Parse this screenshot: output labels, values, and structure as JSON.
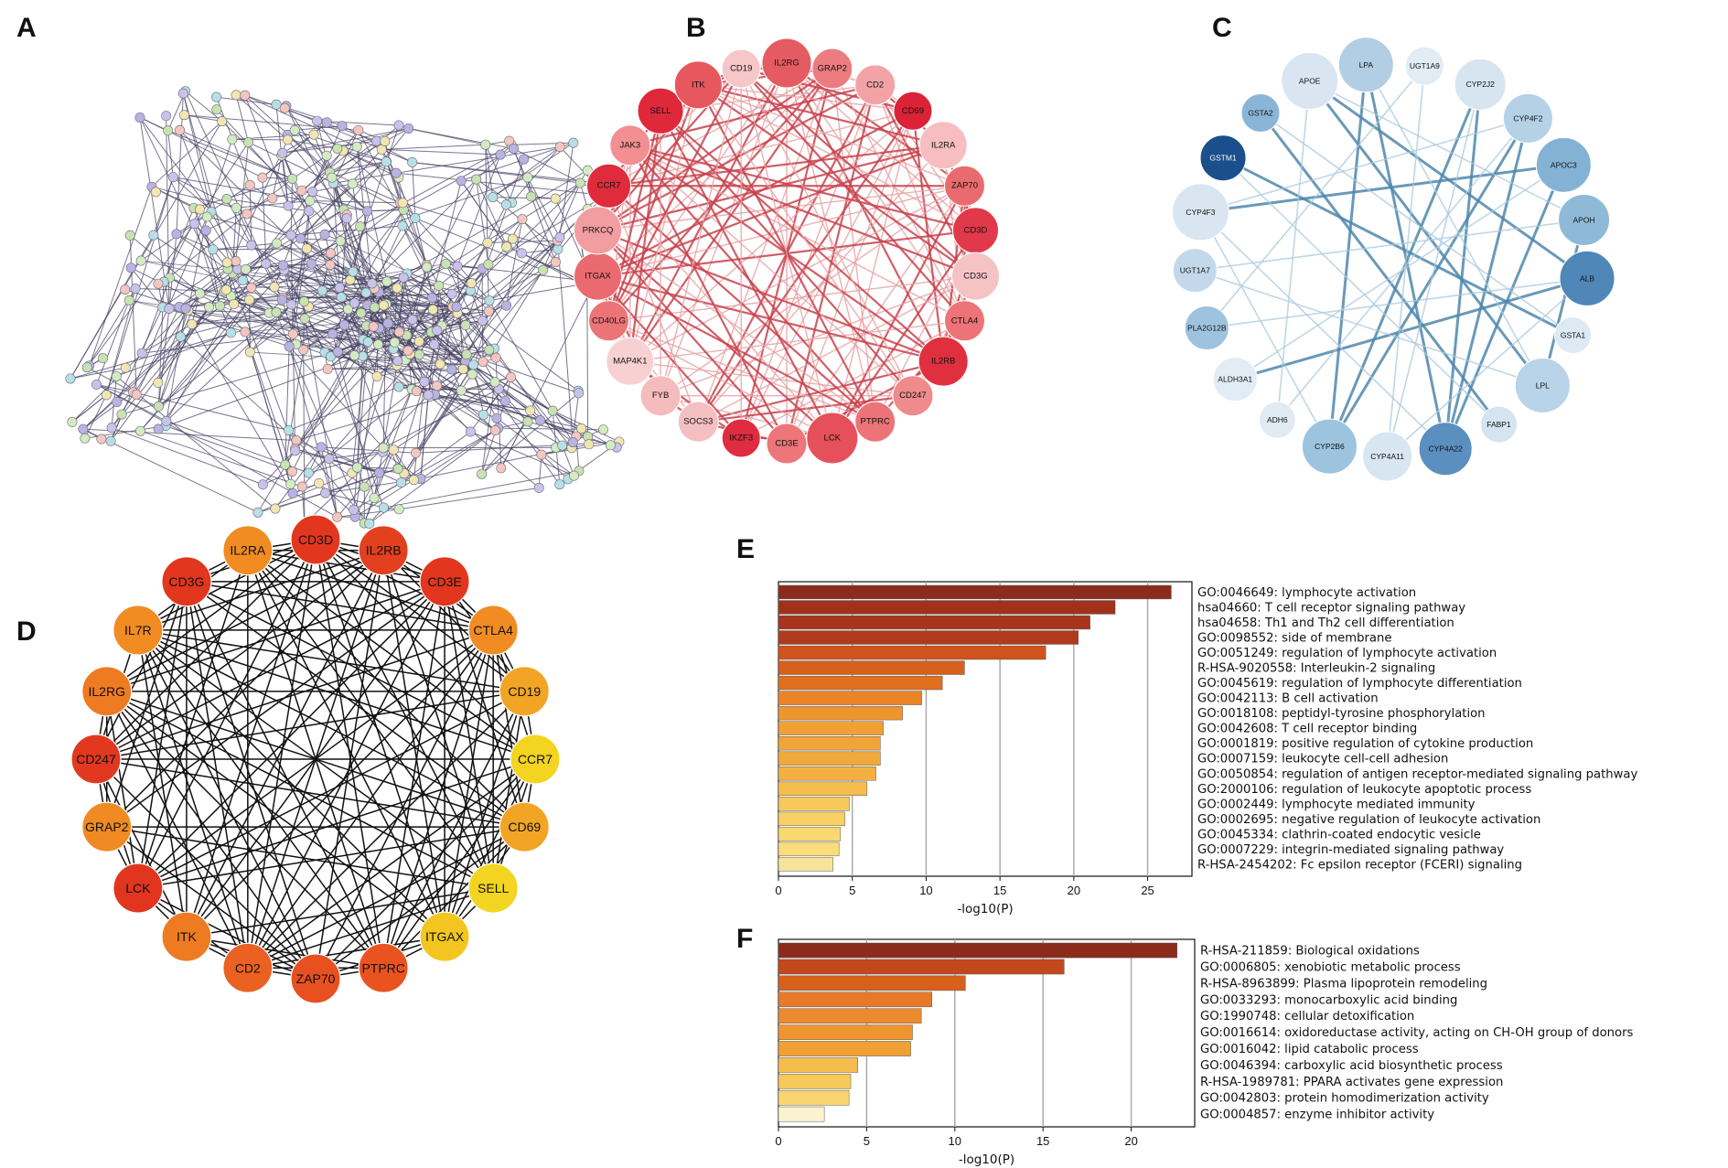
{
  "panels": {
    "A": "A",
    "B": "B",
    "C": "C",
    "D": "D",
    "E": "E",
    "F": "F"
  },
  "networkB": {
    "nodes": [
      {
        "label": "IL2RG",
        "color": "#e55b62",
        "r": 27
      },
      {
        "label": "GRAP2",
        "color": "#ec7c80",
        "r": 22
      },
      {
        "label": "CD2",
        "color": "#f3a3a6",
        "r": 22
      },
      {
        "label": "CD69",
        "color": "#dc2236",
        "r": 21
      },
      {
        "label": "IL2RA",
        "color": "#f6bec0",
        "r": 26
      },
      {
        "label": "ZAP70",
        "color": "#ea6b6f",
        "r": 22
      },
      {
        "label": "CD3D",
        "color": "#e2394a",
        "r": 25
      },
      {
        "label": "CD3G",
        "color": "#f6c3c5",
        "r": 26
      },
      {
        "label": "CTLA4",
        "color": "#ec7377",
        "r": 22
      },
      {
        "label": "IL2RB",
        "color": "#e0303f",
        "r": 27
      },
      {
        "label": "CD247",
        "color": "#ef8a8d",
        "r": 22
      },
      {
        "label": "PTPRC",
        "color": "#ec7478",
        "r": 22
      },
      {
        "label": "LCK",
        "color": "#e6505a",
        "r": 28
      },
      {
        "label": "CD3E",
        "color": "#ec7679",
        "r": 22
      },
      {
        "label": "IKZF3",
        "color": "#df2c40",
        "r": 21
      },
      {
        "label": "SOCS3",
        "color": "#f4bfc1",
        "r": 22
      },
      {
        "label": "FYB",
        "color": "#f5bcbe",
        "r": 22
      },
      {
        "label": "MAP4K1",
        "color": "#f7d1d2",
        "r": 26
      },
      {
        "label": "CD40LG",
        "color": "#ec7477",
        "r": 22
      },
      {
        "label": "ITGAX",
        "color": "#ea6a6f",
        "r": 26
      },
      {
        "label": "PRKCQ",
        "color": "#f29da0",
        "r": 26
      },
      {
        "label": "CCR7",
        "color": "#df2c3c",
        "r": 24
      },
      {
        "label": "JAK3",
        "color": "#f18f92",
        "r": 22
      },
      {
        "label": "SELL",
        "color": "#e0283b",
        "r": 25
      },
      {
        "label": "ITK",
        "color": "#e6585e",
        "r": 26
      },
      {
        "label": "CD19",
        "color": "#f6c6c8",
        "r": 21
      }
    ]
  },
  "networkC": {
    "nodes": [
      {
        "label": "UGT1A9",
        "color": "#e2ecf4",
        "r": 21
      },
      {
        "label": "CYP2J2",
        "color": "#d7e5f1",
        "r": 28
      },
      {
        "label": "CYP4F2",
        "color": "#b5d1e6",
        "r": 27
      },
      {
        "label": "APOC3",
        "color": "#84b2d4",
        "r": 30
      },
      {
        "label": "APOH",
        "color": "#8ebad8",
        "r": 28
      },
      {
        "label": "ALB",
        "color": "#4e87b8",
        "r": 30
      },
      {
        "label": "GSTA1",
        "color": "#dde9f3",
        "r": 20
      },
      {
        "label": "LPL",
        "color": "#b9d3e8",
        "r": 30
      },
      {
        "label": "FABP1",
        "color": "#d4e4f0",
        "r": 20
      },
      {
        "label": "CYP4A22",
        "color": "#5b8fc0",
        "r": 29
      },
      {
        "label": "CYP4A11",
        "color": "#d8e6f2",
        "r": 27
      },
      {
        "label": "CYP2B6",
        "color": "#9dc4df",
        "r": 30
      },
      {
        "label": "ADH6",
        "color": "#e0ebf4",
        "r": 20
      },
      {
        "label": "ALDH3A1",
        "color": "#e1ecf5",
        "r": 24
      },
      {
        "label": "PLA2G12B",
        "color": "#9ec3de",
        "r": 24
      },
      {
        "label": "UGT1A7",
        "color": "#c3d9eb",
        "r": 24
      },
      {
        "label": "CYP4F3",
        "color": "#d9e6f2",
        "r": 31
      },
      {
        "label": "GSTM1",
        "color": "#1a4f8b",
        "r": 25
      },
      {
        "label": "GSTA2",
        "color": "#8ab6d6",
        "r": 21
      },
      {
        "label": "APOE",
        "color": "#d9e6f2",
        "r": 31
      },
      {
        "label": "LPA",
        "color": "#b1cee4",
        "r": 30
      }
    ]
  },
  "networkD": {
    "nodes": [
      {
        "label": "CD3D",
        "color": "#e2361f"
      },
      {
        "label": "IL2RB",
        "color": "#e2401f"
      },
      {
        "label": "CD3E",
        "color": "#e2361f"
      },
      {
        "label": "CTLA4",
        "color": "#f08c22"
      },
      {
        "label": "CD19",
        "color": "#f2a524"
      },
      {
        "label": "CCR7",
        "color": "#f3d420"
      },
      {
        "label": "CD69",
        "color": "#f2a524"
      },
      {
        "label": "SELL",
        "color": "#f3d420"
      },
      {
        "label": "ITGAX",
        "color": "#f2c61f"
      },
      {
        "label": "PTPRC",
        "color": "#e9531f"
      },
      {
        "label": "ZAP70",
        "color": "#e8501f"
      },
      {
        "label": "CD2",
        "color": "#ea6121"
      },
      {
        "label": "ITK",
        "color": "#ee7b22"
      },
      {
        "label": "LCK",
        "color": "#e2351f"
      },
      {
        "label": "GRAP2",
        "color": "#f08a22"
      },
      {
        "label": "CD247",
        "color": "#e2381f"
      },
      {
        "label": "IL2RG",
        "color": "#ee7b22"
      },
      {
        "label": "IL7R",
        "color": "#f08c22"
      },
      {
        "label": "CD3G",
        "color": "#e2361f"
      },
      {
        "label": "IL2RA",
        "color": "#f08c22"
      }
    ]
  },
  "chart_data": [
    {
      "type": "bar",
      "orientation": "horizontal",
      "panel": "E",
      "xlabel": "-log10(P)",
      "xlim": [
        0,
        28
      ],
      "xticks": [
        "0",
        "5",
        "10",
        "15",
        "20",
        "25"
      ],
      "grid": true,
      "categories": [
        "GO:0046649: lymphocyte activation",
        "hsa04660: T cell receptor signaling pathway",
        "hsa04658: Th1 and Th2 cell differentiation",
        "GO:0098552: side of membrane",
        "GO:0051249: regulation of lymphocyte activation",
        "R-HSA-9020558: Interleukin-2 signaling",
        "GO:0045619: regulation of lymphocyte differentiation",
        "GO:0042113: B cell activation",
        "GO:0018108: peptidyl-tyrosine phosphorylation",
        "GO:0042608: T cell receptor binding",
        "GO:0001819: positive regulation of cytokine production",
        "GO:0007159: leukocyte cell-cell adhesion",
        "GO:0050854: regulation of antigen receptor-mediated signaling pathway",
        "GO:2000106: regulation of leukocyte apoptotic process",
        "GO:0002449: lymphocyte mediated immunity",
        "GO:0002695: negative regulation of leukocyte activation",
        "GO:0045334: clathrin-coated endocytic vesicle",
        "GO:0007229: integrin-mediated signaling pathway",
        "R-HSA-2454202: Fc epsilon receptor (FCERI) signaling"
      ],
      "values": [
        26.6,
        22.8,
        21.1,
        20.3,
        18.1,
        12.6,
        11.1,
        9.7,
        8.4,
        7.1,
        6.9,
        6.9,
        6.6,
        6.0,
        4.8,
        4.5,
        4.2,
        4.1,
        3.7
      ],
      "colors": [
        "#8b2b1c",
        "#a0321c",
        "#a8341c",
        "#b03a1c",
        "#cf531b",
        "#d6601c",
        "#e06f1e",
        "#eb8427",
        "#ee9530",
        "#f0a034",
        "#f1a437",
        "#f2a93b",
        "#f3b041",
        "#f5bd4d",
        "#f7c95b",
        "#f8d065",
        "#f9d86f",
        "#fadd7a",
        "#f8e39a"
      ]
    },
    {
      "type": "bar",
      "orientation": "horizontal",
      "panel": "F",
      "xlabel": "-log10(P)",
      "xlim": [
        0,
        23.6
      ],
      "xticks": [
        "0",
        "5",
        "10",
        "15",
        "20"
      ],
      "grid": true,
      "categories": [
        "R-HSA-211859: Biological oxidations",
        "GO:0006805: xenobiotic metabolic process",
        "R-HSA-8963899: Plasma lipoprotein remodeling",
        "GO:0033293: monocarboxylic acid binding",
        "GO:1990748: cellular detoxification",
        "GO:0016614: oxidoreductase activity, acting on CH-OH group of donors",
        "GO:0016042: lipid catabolic process",
        "GO:0046394: carboxylic acid biosynthetic process",
        "R-HSA-1989781: PPARA activates gene expression",
        "GO:0042803: protein homodimerization activity",
        "GO:0004857: enzyme inhibitor activity"
      ],
      "values": [
        22.6,
        16.2,
        10.6,
        8.7,
        8.1,
        7.6,
        7.5,
        4.5,
        4.1,
        4.0,
        2.6
      ],
      "colors": [
        "#8b2b1c",
        "#c3481c",
        "#d6601c",
        "#e8792a",
        "#ec8a2f",
        "#ee9430",
        "#f0a034",
        "#f5bd4d",
        "#f7c95b",
        "#f9d470",
        "#fbf3cf"
      ]
    }
  ]
}
